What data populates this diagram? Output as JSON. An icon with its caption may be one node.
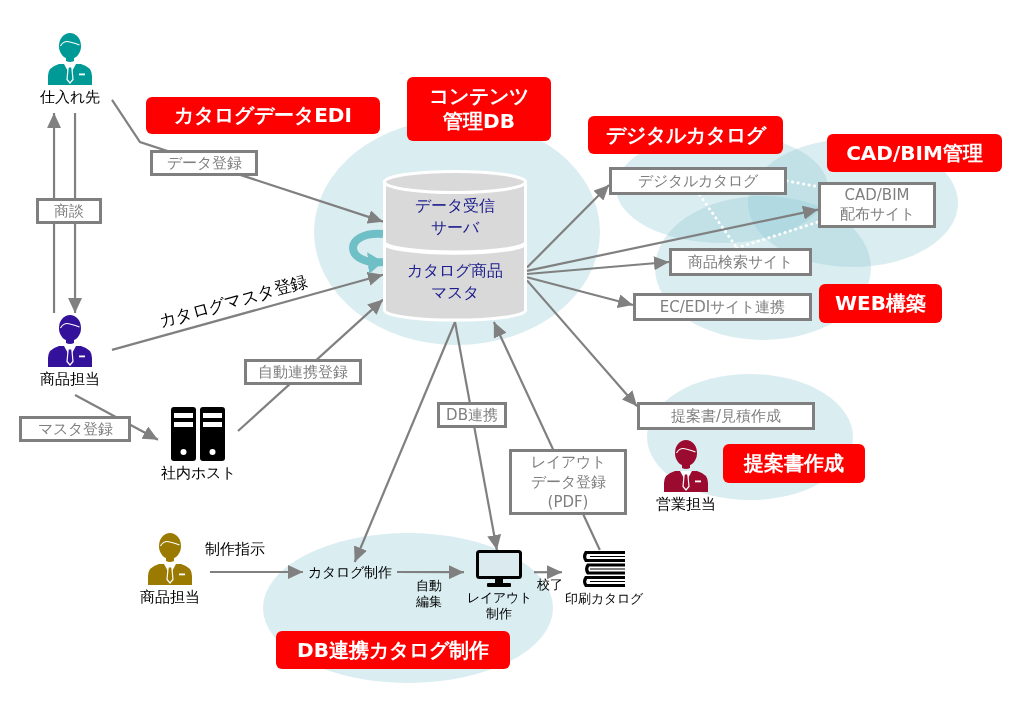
{
  "diagram": {
    "nodes": [
      {
        "text": [
          "仕入れ先"
        ]
      },
      {
        "text": [
          "コンテンツ管理DB"
        ]
      },
      {
        "text": [
          "カタログデータEDI"
        ]
      },
      {
        "text": [
          "デジタルカタログ"
        ]
      },
      {
        "text": [
          "CAD/BIM管理"
        ]
      },
      {
        "text": [
          "デジタルカタログ"
        ]
      },
      {
        "text": [
          "データ受信サーバ"
        ]
      },
      {
        "text": [
          "CAD/BIM配布サイト"
        ]
      },
      {
        "text": [
          "商品検索サイト"
        ]
      },
      {
        "text": [
          "カタログ商品マスタ"
        ]
      },
      {
        "text": [
          "WEB構築"
        ]
      },
      {
        "text": [
          "EC/EDIサイト連携"
        ]
      },
      {
        "text": [
          "商品担当"
        ]
      },
      {
        "text": [
          "提案書/見積作成"
        ]
      },
      {
        "text": [
          "社内ホスト"
        ]
      },
      {
        "text": [
          "提案書作成"
        ]
      },
      {
        "text": [
          "営業担当"
        ]
      },
      {
        "text": [
          "商品担当"
        ]
      },
      {
        "text": [
          "カタログ制作"
        ]
      },
      {
        "text": [
          "レイアウト制作"
        ]
      },
      {
        "text": [
          "印刷カタログ"
        ]
      },
      {
        "text": [
          "DB連携カタログ制作"
        ]
      }
    ],
    "edges": [
      {
        "from": 0,
        "to": 6,
        "arrow": "to",
        "label": "データ登録"
      },
      {
        "from": 12,
        "to": 0,
        "arrow": "to",
        "label": "商談"
      },
      {
        "from": 0,
        "to": 12,
        "arrow": "to"
      },
      {
        "from": 12,
        "to": 9,
        "arrow": "to",
        "label": "カタログマスタ登録"
      },
      {
        "from": 12,
        "to": 14,
        "arrow": "to",
        "label": "マスタ登録"
      },
      {
        "from": 14,
        "to": 9,
        "arrow": "to",
        "label": "自動連携登録"
      },
      {
        "from": 6,
        "to": 9,
        "arrow": "to",
        "style": "thick",
        "color": "#6fbfc6"
      },
      {
        "from": 9,
        "to": 5,
        "arrow": "to"
      },
      {
        "from": 9,
        "to": 7,
        "arrow": "to"
      },
      {
        "from": 9,
        "to": 8,
        "arrow": "to"
      },
      {
        "from": 9,
        "to": 11,
        "arrow": "to"
      },
      {
        "from": 9,
        "to": 13,
        "arrow": "to"
      },
      {
        "from": 5,
        "to": 7,
        "arrow": "none",
        "style": "dashed",
        "color": "#ffffff"
      },
      {
        "from": 5,
        "to": 8,
        "arrow": "none",
        "style": "dashed",
        "color": "#ffffff"
      },
      {
        "from": 8,
        "to": 7,
        "arrow": "none",
        "style": "dashed",
        "color": "#ffffff"
      },
      {
        "from": 9,
        "to": 18,
        "arrow": "to"
      },
      {
        "from": 9,
        "to": 19,
        "arrow": "to",
        "label": "DB連携"
      },
      {
        "from": 20,
        "to": 9,
        "arrow": "to",
        "label": "レイアウトデータ登録(PDF)"
      },
      {
        "from": 17,
        "to": 18,
        "arrow": "to",
        "label": "制作指示"
      },
      {
        "from": 18,
        "to": 19,
        "arrow": "to",
        "label": "自動編集"
      },
      {
        "from": 19,
        "to": 20,
        "arrow": "to",
        "label": "校了"
      }
    ]
  }
}
